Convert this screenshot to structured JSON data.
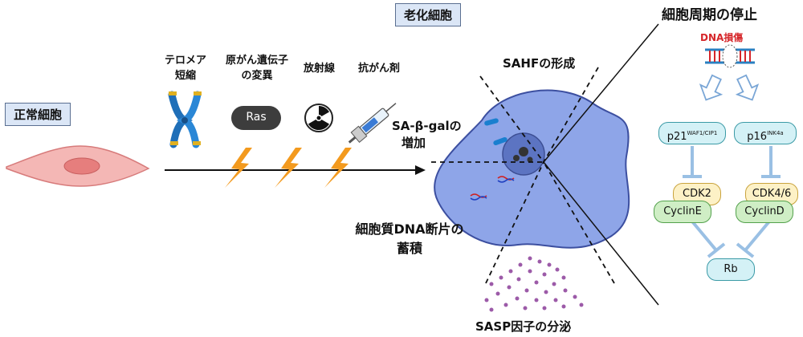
{
  "labels": {
    "normal_cell": "正常細胞",
    "aged_cell": "老化細胞",
    "cell_cycle_arrest": "細胞周期の停止",
    "telomere_line1": "テロメア",
    "telomere_line2": "短縮",
    "oncogene_line1": "原がん遺伝子",
    "oncogene_line2": "の変異",
    "radiation": "放射線",
    "anticancer": "抗がん剤",
    "ras": "Ras",
    "sahf": "SAHFの形成",
    "sagal_line1": "SA-β-galの",
    "sagal_line2": "増加",
    "cyto_dna_line1": "細胞質DNA断片の",
    "cyto_dna_line2": "蓄積",
    "sasp": "SASP因子の分泌",
    "dna_damage": "DNA損傷"
  },
  "pathway": {
    "p21_main": "p21",
    "p21_sup": "WAF1/CIP1",
    "p16_main": "p16",
    "p16_sup": "INK4a",
    "cdk2": "CDK2",
    "cyclin_e": "CyclinE",
    "cdk46": "CDK4/6",
    "cyclin_d": "CyclinD",
    "rb": "Rb"
  },
  "colors": {
    "cell_body": "#8ea5e8",
    "normal_cell": "#f4b7b5",
    "lightning": "#f39a1e",
    "dna_damage_text": "#d6262a",
    "sasp_dots": "#9c5aa8"
  }
}
